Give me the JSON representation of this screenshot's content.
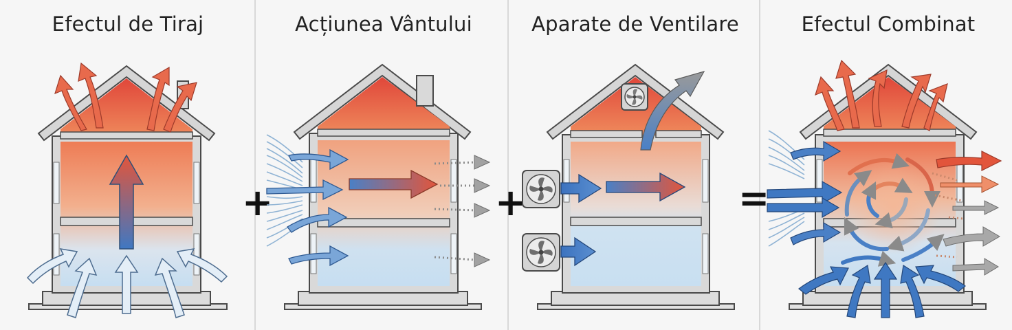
{
  "panels": [
    {
      "title": "Efectul de Tiraj"
    },
    {
      "title": "Acțiunea Vântului"
    },
    {
      "title": "Aparate de Ventilare"
    },
    {
      "title": "Efectul Combinat"
    }
  ],
  "operators": {
    "plus1": "+",
    "plus2": "+",
    "equals": "="
  },
  "colors": {
    "warm": "#e2553b",
    "cool": "#3f78c2",
    "cold_air": "#cde3f3",
    "wall": "#dcdcdc",
    "outline": "#4a4a4a"
  }
}
